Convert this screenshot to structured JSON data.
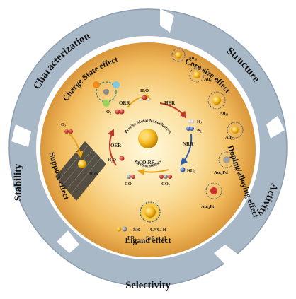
{
  "outer_ring": {
    "characterization": "Characterization",
    "structure": "Structure",
    "activity": "Activity",
    "selectivity": "Selectivity",
    "stability": "Stability"
  },
  "inner_effects": {
    "charge_state": "Charge State effect",
    "core_size": "Core size effect",
    "doping": "Doping/alloying effect",
    "ligand": "Ligand effect",
    "support": "Support effect"
  },
  "center": {
    "top_arc": "Precise Metal Nanoclusters",
    "bottom_arc": "Electrocatalysts"
  },
  "reactions": {
    "orr": "ORR",
    "her": "HER",
    "nrr": "NRR",
    "co2rr": "CO₂RR",
    "oer": "OER"
  },
  "chemicals": {
    "h2o_top": "H₂O",
    "o2_left": "O₂",
    "h2": "H₂",
    "n2": "N₂",
    "nh3": "NH₃",
    "co2": "CO₂",
    "co": "CO",
    "h2o_left": "H₂O",
    "o2_support": "O₂",
    "h2o_support": "H₂O"
  },
  "clusters": {
    "au18": "Au₁₈",
    "au25_size": "Au₂₅",
    "au38": "Au₃₈",
    "au25_doping": "Au₂₅",
    "au24pd": "Au₂₄Pd",
    "au24pt": "Au₂₄Pt₁"
  },
  "ligands": {
    "sr": "SR",
    "alkyne": "C≡C-R",
    "pr3": "PR₃",
    "ser": "SeR et al."
  },
  "colors": {
    "ring": "#9fb0c0",
    "ring_dark": "#7d8fa3",
    "disk_center": "#fff7d6",
    "disk_mid": "#f7c873",
    "disk_edge": "#d99a38",
    "gold": "#f3b417",
    "arrow_red": "#c0392b",
    "arrow_blue": "#2e5aa8",
    "arrow_gold": "#e8a317"
  }
}
